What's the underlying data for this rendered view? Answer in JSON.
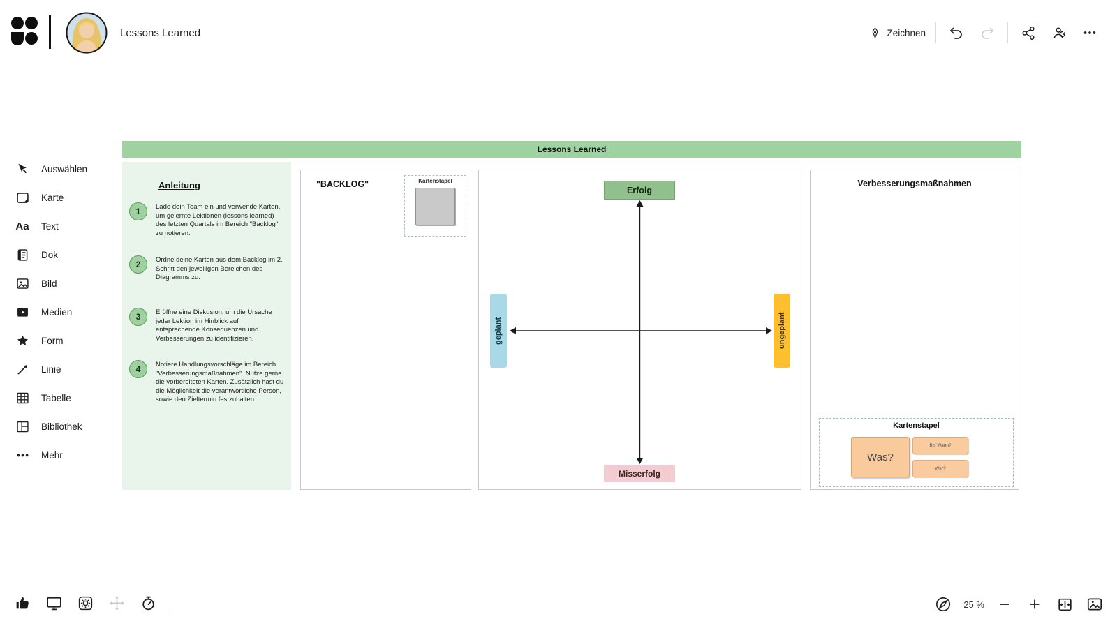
{
  "header": {
    "board_title": "Lessons Learned",
    "draw_label": "Zeichnen"
  },
  "sidebar": {
    "items": [
      {
        "label": "Auswählen",
        "icon": "select-cursor-icon"
      },
      {
        "label": "Karte",
        "icon": "card-icon"
      },
      {
        "label": "Text",
        "icon": "text-icon"
      },
      {
        "label": "Dok",
        "icon": "doc-icon"
      },
      {
        "label": "Bild",
        "icon": "image-icon"
      },
      {
        "label": "Medien",
        "icon": "media-icon"
      },
      {
        "label": "Form",
        "icon": "star-icon"
      },
      {
        "label": "Linie",
        "icon": "line-icon"
      },
      {
        "label": "Tabelle",
        "icon": "table-icon"
      },
      {
        "label": "Bibliothek",
        "icon": "library-icon"
      },
      {
        "label": "Mehr",
        "icon": "more-dots-icon"
      }
    ]
  },
  "board": {
    "title": "Lessons Learned",
    "instructions": {
      "title": "Anleitung",
      "steps": [
        {
          "num": "1",
          "text": "Lade dein Team ein und verwende Karten, um gelernte Lektionen (lessons learned) des letzten Quartals im Bereich \"Backlog\" zu notieren."
        },
        {
          "num": "2",
          "text": "Ordne deine Karten aus dem Backlog im 2. Schritt den jeweiligen Bereichen des Diagramms zu."
        },
        {
          "num": "3",
          "text": "Eröffne eine Diskusion, um die Ursache jeder Lektion im Hinblick auf entsprechende Konsequenzen und Verbesserungen zu identifizieren."
        },
        {
          "num": "4",
          "text": "Notiere Handlungsvorschläge im Bereich \"Verbesserungsmaßnahmen\". Nutze gerne die vorbereiteten Karten. Zusätzlich hast du die Möglichkeit die verantwortliche Person, sowie den Zieltermin festzuhalten."
        }
      ]
    },
    "backlog": {
      "title": "\"BACKLOG\"",
      "stack_label": "Kartenstapel"
    },
    "matrix": {
      "top": "Erfolg",
      "bottom": "Misserfolg",
      "left": "geplant",
      "right": "ungeplant"
    },
    "improvements": {
      "title": "Verbesserungsmaßnahmen",
      "stack_label": "Kartenstapel",
      "card_what": "Was?",
      "card_when": "Bis Wann?",
      "card_who": "Wer?"
    }
  },
  "footer": {
    "zoom_level": "25 %"
  },
  "colors": {
    "board_header_green": "#9ed3a1",
    "instructions_bg": "#e9f4eb",
    "step_circle_green": "#9fd0a0",
    "success_green": "#90c08c",
    "failure_pink": "#f2ccd1",
    "planned_blue": "#a9d9e6",
    "unplanned_amber": "#fdbf2d",
    "card_orange": "#f9ca9c",
    "stack_gray": "#c9c9c9"
  }
}
